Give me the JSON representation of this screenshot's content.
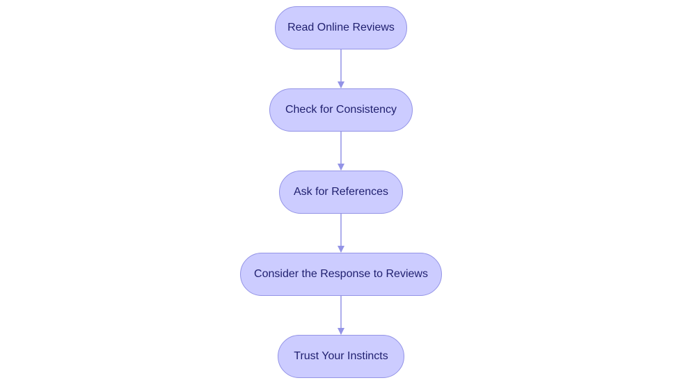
{
  "diagram": {
    "type": "flowchart",
    "direction": "top-to-bottom",
    "colors": {
      "node_fill": "#ccccff",
      "node_border": "#9393e6",
      "node_text": "#1f1f6e",
      "edge": "#9393e6"
    },
    "nodes": [
      {
        "id": "n1",
        "label": "Read Online Reviews"
      },
      {
        "id": "n2",
        "label": "Check for Consistency"
      },
      {
        "id": "n3",
        "label": "Ask for References"
      },
      {
        "id": "n4",
        "label": "Consider the Response to Reviews"
      },
      {
        "id": "n5",
        "label": "Trust Your Instincts"
      }
    ],
    "edges": [
      {
        "from": "n1",
        "to": "n2"
      },
      {
        "from": "n2",
        "to": "n3"
      },
      {
        "from": "n3",
        "to": "n4"
      },
      {
        "from": "n4",
        "to": "n5"
      }
    ]
  }
}
